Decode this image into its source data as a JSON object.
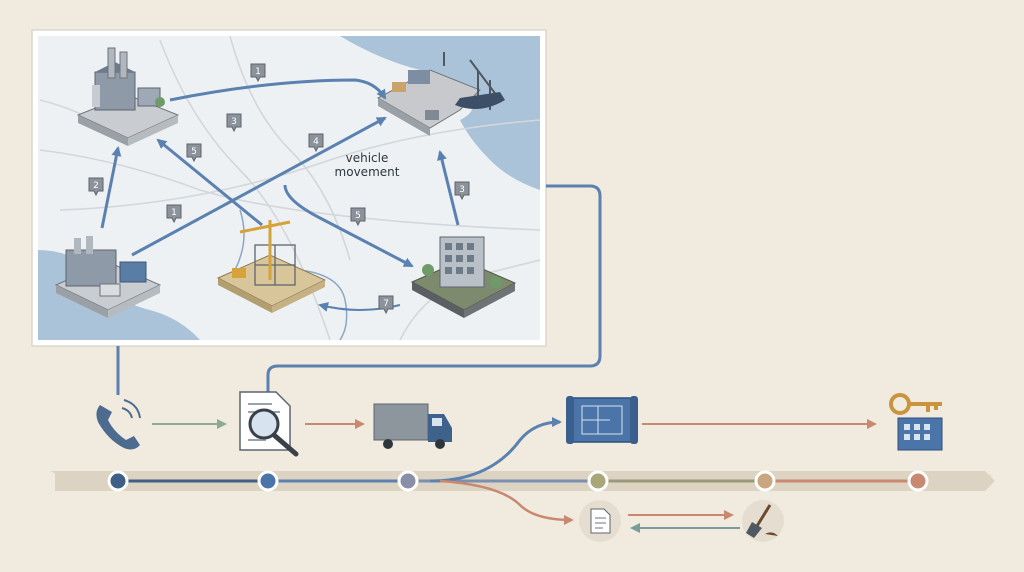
{
  "map": {
    "annotation": "vehicle movement",
    "route_markers": [
      "1",
      "2",
      "3",
      "4",
      "5",
      "1",
      "5",
      "3",
      "7"
    ]
  },
  "sites": [
    {
      "name": "factory-top-left",
      "icon": "factory-icon"
    },
    {
      "name": "port",
      "icon": "port-crane-icon"
    },
    {
      "name": "factory-bottom-left",
      "icon": "factory-icon"
    },
    {
      "name": "construction-site",
      "icon": "construction-crane-icon"
    },
    {
      "name": "office-building",
      "icon": "office-building-icon"
    }
  ],
  "process_steps": [
    {
      "icon": "phone-ringing-icon",
      "color": "#5b7fa7"
    },
    {
      "icon": "document-search-icon",
      "color": "#5b7fa7"
    },
    {
      "icon": "truck-icon",
      "color": "#8a8fa8"
    },
    {
      "icon": "blueprint-icon",
      "color": "#9a9a7a"
    },
    {
      "icon": "key-building-icon",
      "color": "#c98870"
    }
  ],
  "branch_steps": [
    {
      "icon": "document-icon"
    },
    {
      "icon": "shovel-icon"
    }
  ],
  "colors": {
    "route_blue": "#5a81b0",
    "map_water": "#aac3d8",
    "map_land": "#eef1f3",
    "timeline_bar": "#ddd3c3",
    "accent_terracotta": "#c98870",
    "accent_green": "#8daa95"
  }
}
